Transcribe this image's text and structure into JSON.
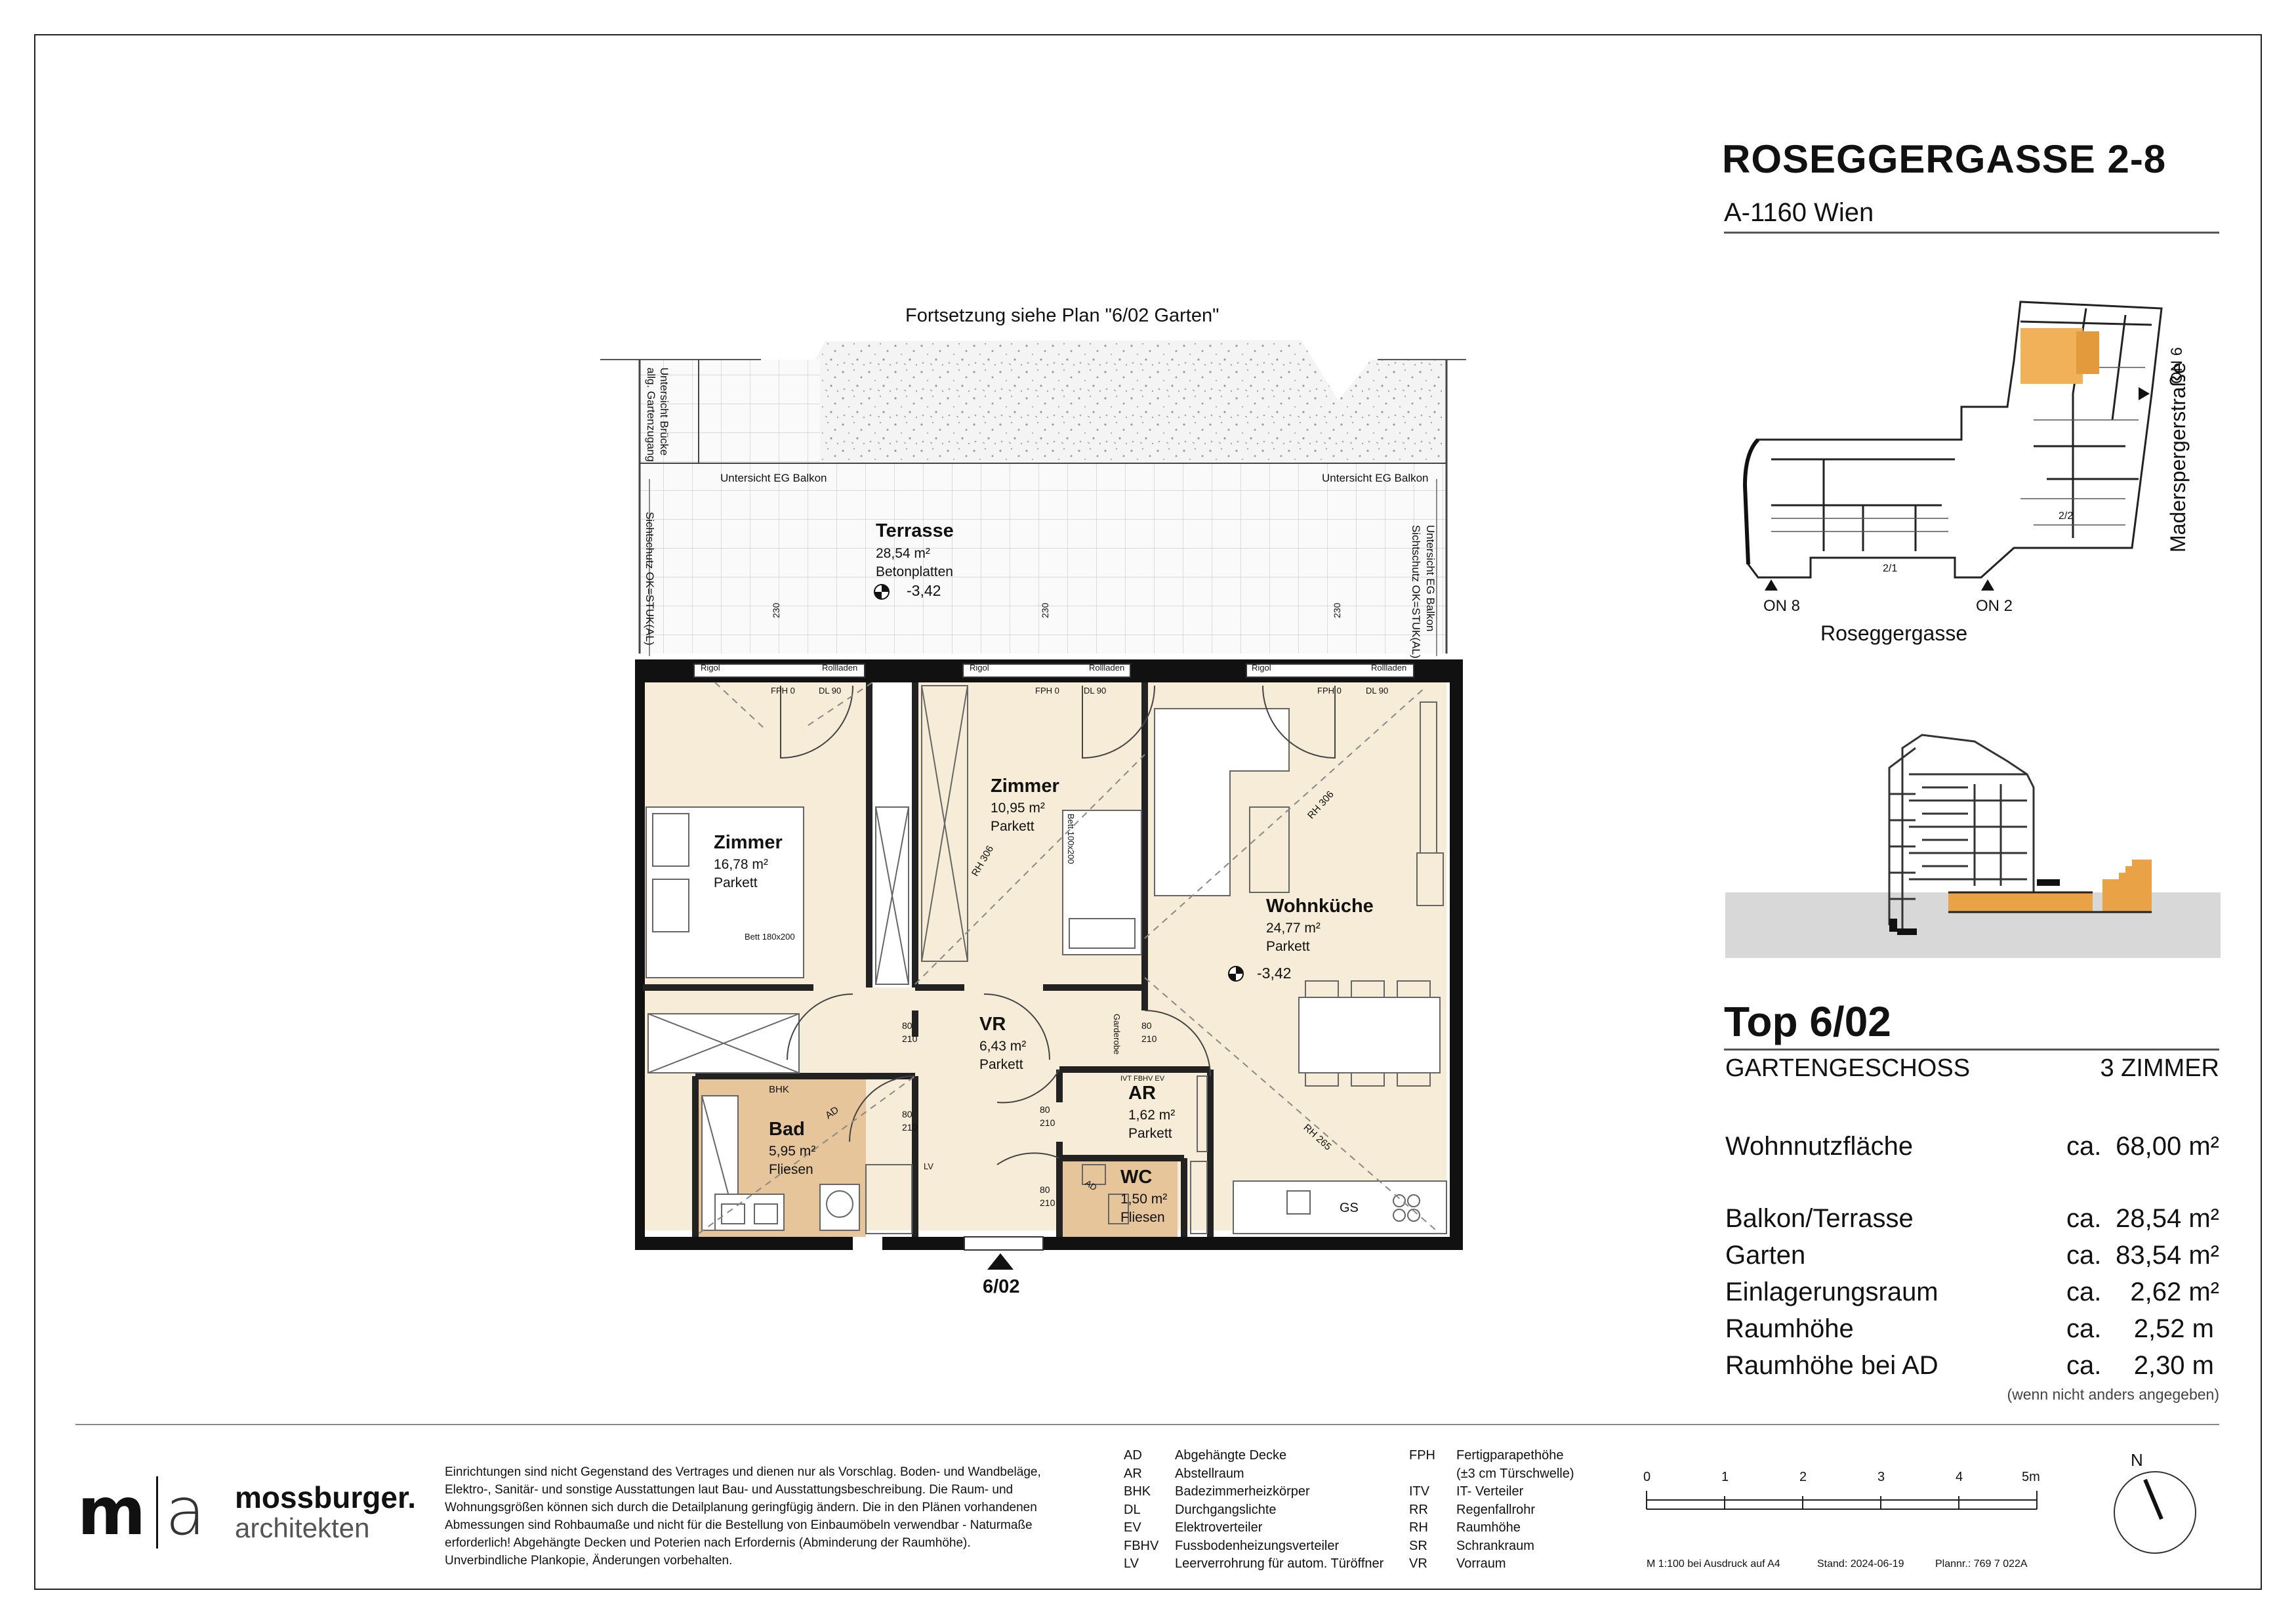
{
  "project": {
    "title": "ROSEGGERGASSE 2-8",
    "address": "A-1160 Wien"
  },
  "plan": {
    "continuation": "Fortsetzung siehe Plan \"6/02 Garten\"",
    "edge_labels": {
      "bridge": "Untersicht Brücke allg. Gartenzugang",
      "balcony_left": "Untersicht EG Balkon",
      "balcony_right": "Untersicht EG Balkon",
      "privacy_left": "Sichtschutz OK=STUK(AL)",
      "privacy_right": "Sichtschutz OK=STUK(AL)",
      "balcony_right_v": "Untersicht EG Balkon"
    },
    "rooms": [
      {
        "name": "Terrasse",
        "area": "28,54 m²",
        "floor": "Betonplatten",
        "level": "-3,42"
      },
      {
        "name": "Zimmer",
        "area": "16,78 m²",
        "floor": "Parkett"
      },
      {
        "name": "Zimmer",
        "area": "10,95 m²",
        "floor": "Parkett"
      },
      {
        "name": "Wohnküche",
        "area": "24,77 m²",
        "floor": "Parkett",
        "level": "-3,42"
      },
      {
        "name": "VR",
        "area": "6,43 m²",
        "floor": "Parkett"
      },
      {
        "name": "AR",
        "area": "1,62 m²",
        "floor": "Parkett"
      },
      {
        "name": "Bad",
        "area": "5,95 m²",
        "floor": "Fliesen"
      },
      {
        "name": "WC",
        "area": "1,50 m²",
        "floor": "Fliesen"
      }
    ],
    "annotations": {
      "rigol": "Rigol",
      "rollladen": "Rollladen",
      "fph": "FPH 0",
      "dl": "DL 90",
      "bed1": "Bett 180x200",
      "bed2": "Bett 100x200",
      "bhk": "BHK",
      "rh306": "RH 306",
      "rh265": "RH 265",
      "ad": "AD",
      "gs": "GS",
      "lv": "LV",
      "itv": "IVT FBHV EV",
      "garderobe": "Garderobe",
      "d80": "80",
      "d210": "210",
      "d230": "230",
      "unit": "6/02"
    }
  },
  "keyplan": {
    "street_bottom": "Roseggergasse",
    "street_right": "Maderspergerstraße",
    "on8": "ON 8",
    "on2": "ON 2",
    "on6": "ON 6",
    "s22": "2/2",
    "s21": "2/1"
  },
  "unit": {
    "top": "Top 6/02",
    "floor": "GARTENGESCHOSS",
    "rooms": "3 ZIMMER",
    "areas": [
      {
        "label": "Wohnnutzfläche",
        "ca": "ca.",
        "value": "68,00 m²"
      },
      {
        "label": "Balkon/Terrasse",
        "ca": "ca.",
        "value": "28,54 m²"
      },
      {
        "label": "Garten",
        "ca": "ca.",
        "value": "83,54 m²"
      },
      {
        "label": "Einlagerungsraum",
        "ca": "ca.",
        "value": "2,62 m²"
      },
      {
        "label": "Raumhöhe",
        "ca": "ca.",
        "value": "2,52 m"
      },
      {
        "label": "Raumhöhe bei AD",
        "ca": "ca.",
        "value": "2,30 m"
      }
    ],
    "note": "(wenn nicht anders angegeben)"
  },
  "footer": {
    "logo_m": "m",
    "logo_a": "a",
    "brand_name": "mossburger.",
    "brand_sub": "architekten",
    "disclaimer": "Einrichtungen sind nicht Gegenstand des Vertrages und dienen nur als Vorschlag. Boden- und Wandbeläge, Elektro-, Sanitär- und sonstige Ausstattungen laut Bau- und Ausstattungsbeschreibung. Die Raum- und Wohnungsgrößen können sich durch die Detailplanung geringfügig ändern. Die in den Plänen vorhandenen Abmessungen sind Rohbaumaße und nicht für die Bestellung von Einbaumöbeln verwendbar - Naturmaße erforderlich! Abgehängte Decken und Poterien nach Erfordernis (Abminderung der Raumhöhe). Unverbindliche Plankopie, Änderungen vorbehalten.",
    "legend_left": [
      {
        "abbr": "AD",
        "text": "Abgehängte Decke"
      },
      {
        "abbr": "AR",
        "text": "Abstellraum"
      },
      {
        "abbr": "BHK",
        "text": "Badezimmerheizkörper"
      },
      {
        "abbr": "DL",
        "text": "Durchgangslichte"
      },
      {
        "abbr": "EV",
        "text": "Elektroverteiler"
      },
      {
        "abbr": "FBHV",
        "text": "Fussbodenheizungsverteiler"
      },
      {
        "abbr": "LV",
        "text": "Leerverrohrung für autom. Türöffner"
      }
    ],
    "legend_right": [
      {
        "abbr": "FPH",
        "text": "Fertigparapethöhe"
      },
      {
        "abbr": "",
        "text": "(±3 cm Türschwelle)"
      },
      {
        "abbr": "ITV",
        "text": "IT- Verteiler"
      },
      {
        "abbr": "RR",
        "text": "Regenfallrohr"
      },
      {
        "abbr": "RH",
        "text": "Raumhöhe"
      },
      {
        "abbr": "SR",
        "text": "Schrankraum"
      },
      {
        "abbr": "VR",
        "text": "Vorraum"
      }
    ],
    "scale_ticks": [
      "0",
      "1",
      "2",
      "3",
      "4",
      "5m"
    ],
    "north": "N",
    "scale_note": "M 1:100 bei Ausdruck auf A4",
    "date": "Stand: 2024-06-19",
    "plan_no": "Plannr.: 769 7 022A"
  }
}
